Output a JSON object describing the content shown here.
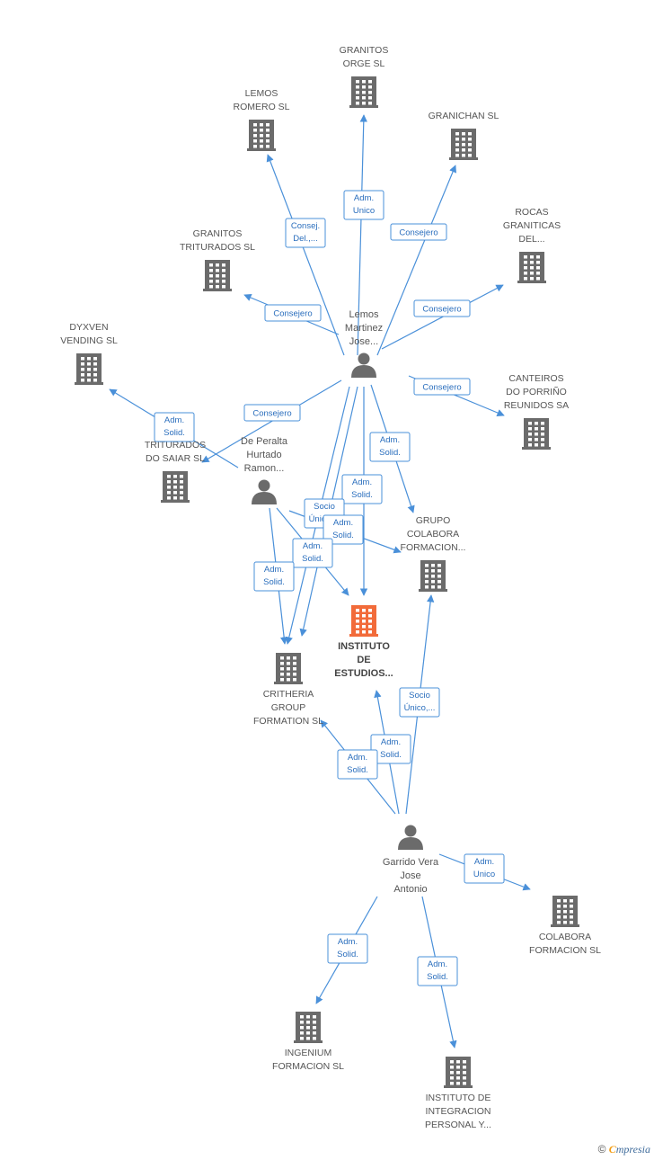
{
  "companies": [
    {
      "id": "granitos_orge",
      "lines": [
        "GRANITOS",
        "ORGE  SL"
      ]
    },
    {
      "id": "lemos_romero",
      "lines": [
        "LEMOS",
        "ROMERO SL"
      ]
    },
    {
      "id": "granichan",
      "lines": [
        "GRANICHAN SL"
      ]
    },
    {
      "id": "granitos_triturados",
      "lines": [
        "GRANITOS",
        "TRITURADOS SL"
      ]
    },
    {
      "id": "rocas_graniticas",
      "lines": [
        "ROCAS",
        "GRANITICAS",
        "DEL..."
      ]
    },
    {
      "id": "dyxven",
      "lines": [
        "DYXVEN",
        "VENDING SL"
      ]
    },
    {
      "id": "canteiros",
      "lines": [
        "CANTEIROS",
        "DO PORRIÑO",
        "REUNIDOS SA"
      ]
    },
    {
      "id": "triturados_saiar",
      "lines": [
        "TRITURADOS",
        "DO SAIAR SL"
      ]
    },
    {
      "id": "grupo_colabora",
      "lines": [
        "GRUPO",
        "COLABORA",
        "FORMACION..."
      ]
    },
    {
      "id": "instituto_estudios",
      "lines": [
        "INSTITUTO",
        "DE",
        "ESTUDIOS..."
      ],
      "focus": true
    },
    {
      "id": "critheria",
      "lines": [
        "CRITHERIA",
        "GROUP",
        "FORMATION SL"
      ]
    },
    {
      "id": "colabora_formacion",
      "lines": [
        "COLABORA",
        "FORMACION SL"
      ]
    },
    {
      "id": "ingenium",
      "lines": [
        "INGENIUM",
        "FORMACION  SL"
      ]
    },
    {
      "id": "instituto_integracion",
      "lines": [
        "INSTITUTO DE",
        "INTEGRACION",
        "PERSONAL Y..."
      ]
    }
  ],
  "persons": [
    {
      "id": "lemos",
      "lines": [
        "Lemos",
        "Martinez",
        "Jose..."
      ]
    },
    {
      "id": "peralta",
      "lines": [
        "De Peralta",
        "Hurtado",
        "Ramon..."
      ]
    },
    {
      "id": "garrido",
      "lines": [
        "Garrido Vera",
        "Jose",
        "Antonio"
      ]
    }
  ],
  "relations": [
    {
      "id": "r_orge",
      "lines": [
        "Adm.",
        "Unico"
      ]
    },
    {
      "id": "r_romero",
      "lines": [
        "Consej.",
        "Del.,..."
      ]
    },
    {
      "id": "r_granichan",
      "lines": [
        "Consejero"
      ]
    },
    {
      "id": "r_triturados",
      "lines": [
        "Consejero"
      ]
    },
    {
      "id": "r_rocas",
      "lines": [
        "Consejero"
      ]
    },
    {
      "id": "r_canteiros",
      "lines": [
        "Consejero"
      ]
    },
    {
      "id": "r_saiar",
      "lines": [
        "Consejero"
      ]
    },
    {
      "id": "r_dyxven",
      "lines": [
        "Adm.",
        "Solid."
      ]
    },
    {
      "id": "r_grupo_lemos",
      "lines": [
        "Adm.",
        "Solid."
      ]
    },
    {
      "id": "r_inst_lemos",
      "lines": [
        "Adm.",
        "Solid."
      ]
    },
    {
      "id": "r_socio_lemos",
      "lines": [
        "Socio",
        "Único,..."
      ]
    },
    {
      "id": "r_hidden",
      "lines": [
        "Adm.",
        "Solid."
      ]
    },
    {
      "id": "r_peralta_inst",
      "lines": [
        "Adm.",
        "Solid."
      ]
    },
    {
      "id": "r_peralta_crith",
      "lines": [
        "Adm.",
        "Solid."
      ]
    },
    {
      "id": "r_garrido_grupo",
      "lines": [
        "Socio",
        "Único,..."
      ]
    },
    {
      "id": "r_garrido_inst",
      "lines": [
        "Adm.",
        "Solid."
      ]
    },
    {
      "id": "r_garrido_crith",
      "lines": [
        "Adm.",
        "Solid."
      ]
    },
    {
      "id": "r_garrido_colab",
      "lines": [
        "Adm.",
        "Unico"
      ]
    },
    {
      "id": "r_garrido_ingen",
      "lines": [
        "Adm.",
        "Solid."
      ]
    },
    {
      "id": "r_garrido_integ",
      "lines": [
        "Adm.",
        "Solid."
      ]
    }
  ],
  "colors": {
    "edge": "#4a90d9",
    "building": "#6b6b6b",
    "focus_building": "#f26b3a",
    "person": "#6b6b6b"
  },
  "watermark": {
    "copyright": "©",
    "brand_first": "C",
    "brand_rest": "mpresia"
  }
}
